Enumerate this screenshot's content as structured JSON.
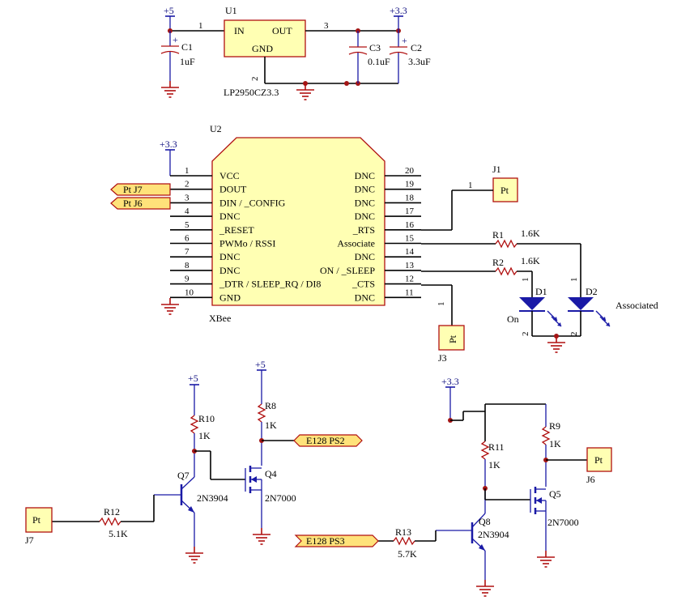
{
  "regulator": {
    "ref": "U1",
    "part": "LP2950CZ3.3",
    "pin_in": "IN",
    "pin_out": "OUT",
    "pin_gnd": "GND",
    "pin1": "1",
    "pin2": "2",
    "pin3": "3",
    "in_rail": "+5",
    "out_rail": "+3.3"
  },
  "caps": [
    {
      "ref": "C1",
      "value": "1uF"
    },
    {
      "ref": "C3",
      "value": "0.1uF"
    },
    {
      "ref": "C2",
      "value": "3.3uF"
    }
  ],
  "xbee": {
    "ref": "U2",
    "name": "XBee",
    "rail": "+3.3",
    "left_pins": [
      {
        "num": "1",
        "name": "VCC"
      },
      {
        "num": "2",
        "name": "DOUT"
      },
      {
        "num": "3",
        "name": "DIN / _CONFIG"
      },
      {
        "num": "4",
        "name": "DNC"
      },
      {
        "num": "5",
        "name": "_RESET"
      },
      {
        "num": "6",
        "name": "PWMo / RSSI"
      },
      {
        "num": "7",
        "name": "DNC"
      },
      {
        "num": "8",
        "name": "DNC"
      },
      {
        "num": "9",
        "name": "_DTR / SLEEP_RQ / DI8"
      },
      {
        "num": "10",
        "name": "GND"
      }
    ],
    "right_pins": [
      {
        "num": "20",
        "name": "DNC"
      },
      {
        "num": "19",
        "name": "DNC"
      },
      {
        "num": "18",
        "name": "DNC"
      },
      {
        "num": "17",
        "name": "DNC"
      },
      {
        "num": "16",
        "name": "_RTS"
      },
      {
        "num": "15",
        "name": "Associate"
      },
      {
        "num": "14",
        "name": "DNC"
      },
      {
        "num": "13",
        "name": "ON / _SLEEP"
      },
      {
        "num": "12",
        "name": "_CTS"
      },
      {
        "num": "11",
        "name": "DNC"
      }
    ]
  },
  "net_labels": {
    "ptj7": "Pt J7",
    "ptj6": "Pt J6",
    "ps2": "E128 PS2",
    "ps3": "E128 PS3"
  },
  "connectors": {
    "j1": {
      "ref": "J1",
      "label": "Pt",
      "pin": "1"
    },
    "j3": {
      "ref": "J3",
      "label": "Pt",
      "pin": "1"
    },
    "j6": {
      "ref": "J6",
      "label": "Pt"
    },
    "j7": {
      "ref": "J7",
      "label": "Pt"
    }
  },
  "leds": {
    "r1": {
      "ref": "R1",
      "value": "1.6K"
    },
    "r2": {
      "ref": "R2",
      "value": "1.6K"
    },
    "d1": {
      "ref": "D1",
      "label": "On"
    },
    "d2": {
      "ref": "D2",
      "label": "Associated"
    },
    "pin1": "1",
    "pin2": "2"
  },
  "left_switch": {
    "rail_a": "+5",
    "rail_b": "+5",
    "r10": {
      "ref": "R10",
      "value": "1K"
    },
    "r8": {
      "ref": "R8",
      "value": "1K"
    },
    "r12": {
      "ref": "R12",
      "value": "5.1K"
    },
    "q7": {
      "ref": "Q7",
      "part": "2N3904"
    },
    "q4": {
      "ref": "Q4",
      "part": "2N7000"
    }
  },
  "right_switch": {
    "rail": "+3.3",
    "r11": {
      "ref": "R11",
      "value": "1K"
    },
    "r9": {
      "ref": "R9",
      "value": "1K"
    },
    "r13": {
      "ref": "R13",
      "value": "5.7K"
    },
    "q8": {
      "ref": "Q8",
      "part": "2N3904"
    },
    "q5": {
      "ref": "Q5",
      "part": "2N7000"
    }
  }
}
